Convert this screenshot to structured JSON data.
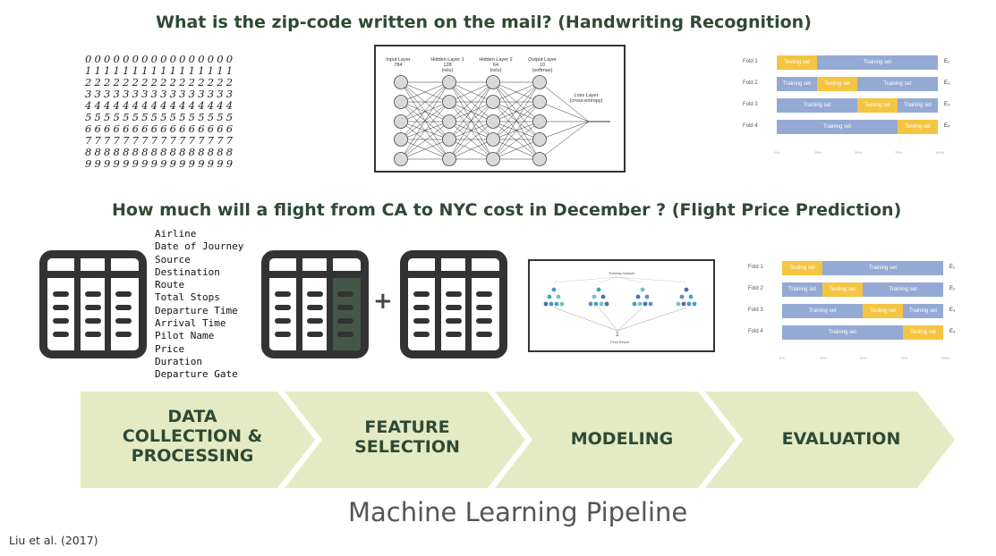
{
  "handwriting": {
    "question": "What is the zip-code written on the mail? (Handwriting Recognition)",
    "digit_rows": [
      "0",
      "1",
      "2",
      "3",
      "4",
      "5",
      "6",
      "7",
      "8",
      "9"
    ],
    "nn": {
      "layers": [
        {
          "name": "Input Layer",
          "size": "784",
          "act": ""
        },
        {
          "name": "Hidden Layer 1",
          "size": "128",
          "act": "(relu)"
        },
        {
          "name": "Hidden Layer 2",
          "size": "64",
          "act": "(relu)"
        },
        {
          "name": "Output Layer",
          "size": "10",
          "act": "(softmax)"
        }
      ],
      "loss_name": "Loss Layer",
      "loss_sub": "(cross-entropy)"
    },
    "cv": {
      "folds": [
        "Fold 1",
        "Fold 2",
        "Fold 3",
        "Fold 4"
      ],
      "train_label": "Training set",
      "test_label": "Testing set",
      "test_index": [
        0,
        1,
        2,
        3
      ],
      "errors": [
        "E₁",
        "E₂",
        "E₃",
        "E₄"
      ],
      "ticks": [
        "0%",
        "25%",
        "50%",
        "75%",
        "100%"
      ]
    }
  },
  "flight": {
    "question": "How much will a flight from CA to NYC cost in December ? (Flight Price Prediction)",
    "features": [
      "Airline",
      "Date of Journey",
      "Source",
      "Destination",
      "Route",
      "Total Stops",
      "Departure Time",
      "Arrival Time",
      "Pilot Name",
      "Price",
      "Duration",
      "Departure Gate"
    ],
    "plus": "+",
    "rf": {
      "top_label": "Training Dataset",
      "bottom_label": "Final Result"
    },
    "cv": {
      "folds": [
        "Fold 1",
        "Fold 2",
        "Fold 3",
        "Fold 4"
      ],
      "train_label": "Training set",
      "test_label": "Testing set",
      "errors": [
        "E₁",
        "E₂",
        "E₃",
        "E₄"
      ],
      "ticks": [
        "0%",
        "25%",
        "50%",
        "75%",
        "100%"
      ]
    }
  },
  "pipeline": {
    "steps": [
      "DATA\nCOLLECTION &\nPROCESSING",
      "FEATURE\nSELECTION",
      "MODELING",
      "EVALUATION"
    ],
    "arrow_color": "#e4ebc4",
    "text_color": "#2f4a34",
    "title": "Machine Learning Pipeline"
  },
  "citation": "Liu et al. (2017)"
}
